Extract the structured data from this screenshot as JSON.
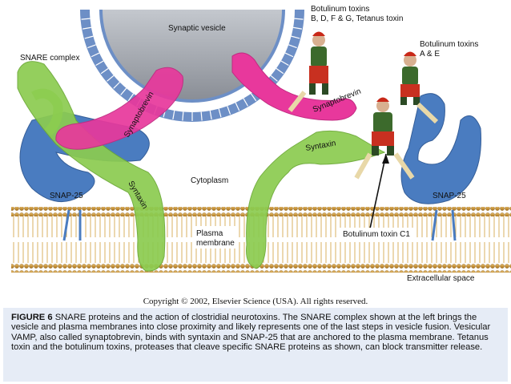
{
  "labels": {
    "synaptic_vesicle": "Synaptic vesicle",
    "snare_complex": "SNARE complex",
    "bot_bdfg_1": "Botulinum toxins",
    "bot_bdfg_2": "B, D, F & G, Tetanus toxin",
    "bot_ae_1": "Botulinum toxins",
    "bot_ae_2": "A & E",
    "synaptobrevin_left": "Synaptobrevin",
    "synaptobrevin_right": "Synaptobrevin",
    "syntaxin_left": "Syntaxin",
    "syntaxin_right": "Syntaxin",
    "cytoplasm": "Cytoplasm",
    "snap25_left": "SNAP-25",
    "snap25_right": "SNAP-25",
    "plasma_membrane_1": "Plasma",
    "plasma_membrane_2": "membrane",
    "bot_c1": "Botulinum toxin C1",
    "extracellular": "Extracellular space"
  },
  "copyright": "Copyright © 2002, Elsevier Science (USA). All rights reserved.",
  "caption": {
    "figure": "FIGURE 6",
    "text": " SNARE proteins and the action of clostridial neurotoxins. The SNARE complex shown at the left brings the vesicle and plasma membranes into close proximity and likely represents one of the last steps in vesicle fusion. Vesicular VAMP, also called synaptobrevin, binds with syntaxin and SNAP-25 that are anchored to the plasma membrane. Tetanus toxin and the botulinum toxins, proteases that cleave specific SNARE proteins as shown, can block transmitter release."
  },
  "colors": {
    "membrane": "#c8963c",
    "syntaxin": "#8ccc50",
    "synaptobrevin": "#e8389c",
    "snap25": "#4a7cc0",
    "vesicle": "#a8acb4",
    "caption_bg": "#e6ecf6"
  }
}
